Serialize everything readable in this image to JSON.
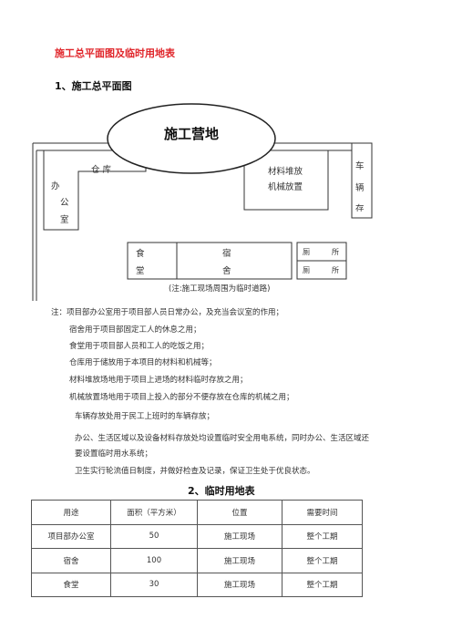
{
  "doc": {
    "title": "施工总平面图及临时用地表",
    "section1": "1、施工总平面图",
    "section2": "2、临时用地表"
  },
  "diagram": {
    "camp": "施工营地",
    "warehouse": "仓 库",
    "office": [
      "办",
      "公",
      "室"
    ],
    "material_area": [
      "材料堆放",
      "机械放置"
    ],
    "vehicles": [
      "车",
      "辆",
      "存"
    ],
    "canteen": [
      "食",
      "堂"
    ],
    "dorm": [
      "宿",
      "舍"
    ],
    "toilet": [
      "厕",
      "所",
      "厕",
      "所"
    ],
    "road_note": "(注:施工现场周围为临时道路)"
  },
  "notes": [
    "注：项目部办公室用于项目部人员日常办公，及充当会议室的作用；",
    "宿舍用于项目部固定工人的休息之用；",
    "食堂用于项目部人员和工人的吃饭之用；",
    "仓库用于储放用于本项目的材料和机械等；",
    "材料堆放场地用于项目上进场的材料临时存放之用；",
    "机械放置场地用于项目上投入的部分不便存放在仓库的机械之用；",
    "车辆存放处用于民工上班时的车辆存放；",
    "办公、生活区域以及设备材料存放处均设置临时安全用电系统，同时办公、生活区域还",
    "要设置临时用水系统；",
    "卫生实行轮流值日制度，并做好检查及记录，保证卫生处于优良状态。"
  ],
  "table": {
    "headers": [
      "用途",
      "面积（平方米）",
      "位置",
      "需要时间"
    ],
    "rows": [
      [
        "项目部办公室",
        "50",
        "施工现场",
        "整个工期"
      ],
      [
        "宿舍",
        "100",
        "施工现场",
        "整个工期"
      ],
      [
        "食堂",
        "30",
        "施工现场",
        "整个工期"
      ]
    ]
  }
}
